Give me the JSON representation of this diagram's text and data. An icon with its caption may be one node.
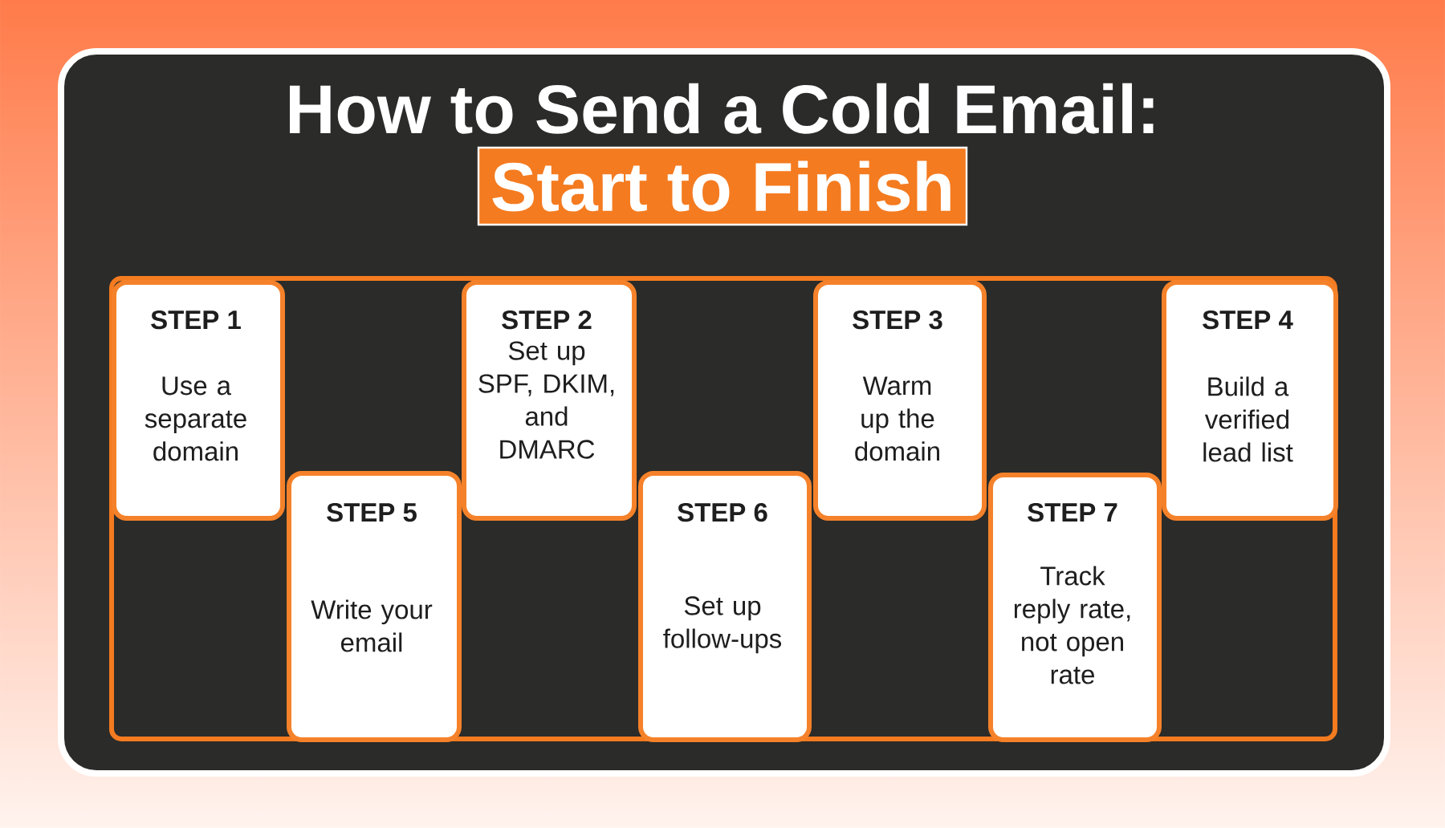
{
  "diagram": {
    "title": "How to Send a Cold Email:",
    "nodes": [
      {
        "text": [
          "STEP 1",
          "Use a separate domain"
        ]
      },
      {
        "text": [
          "STEP 2",
          "Set up SPF, DKIM, and DMARC"
        ]
      },
      {
        "text": [
          "STEP 3",
          "Warm up the domain"
        ]
      },
      {
        "text": [
          "STEP 4",
          "Build a verified lead list"
        ]
      },
      {
        "text": [
          "STEP 5",
          "Write your email"
        ]
      },
      {
        "text": [
          "STEP 6",
          "Set up follow-ups"
        ]
      },
      {
        "text": [
          "STEP 7",
          "Track reply rate, not open rate"
        ]
      }
    ],
    "labels": [
      "Start to Finish"
    ]
  }
}
